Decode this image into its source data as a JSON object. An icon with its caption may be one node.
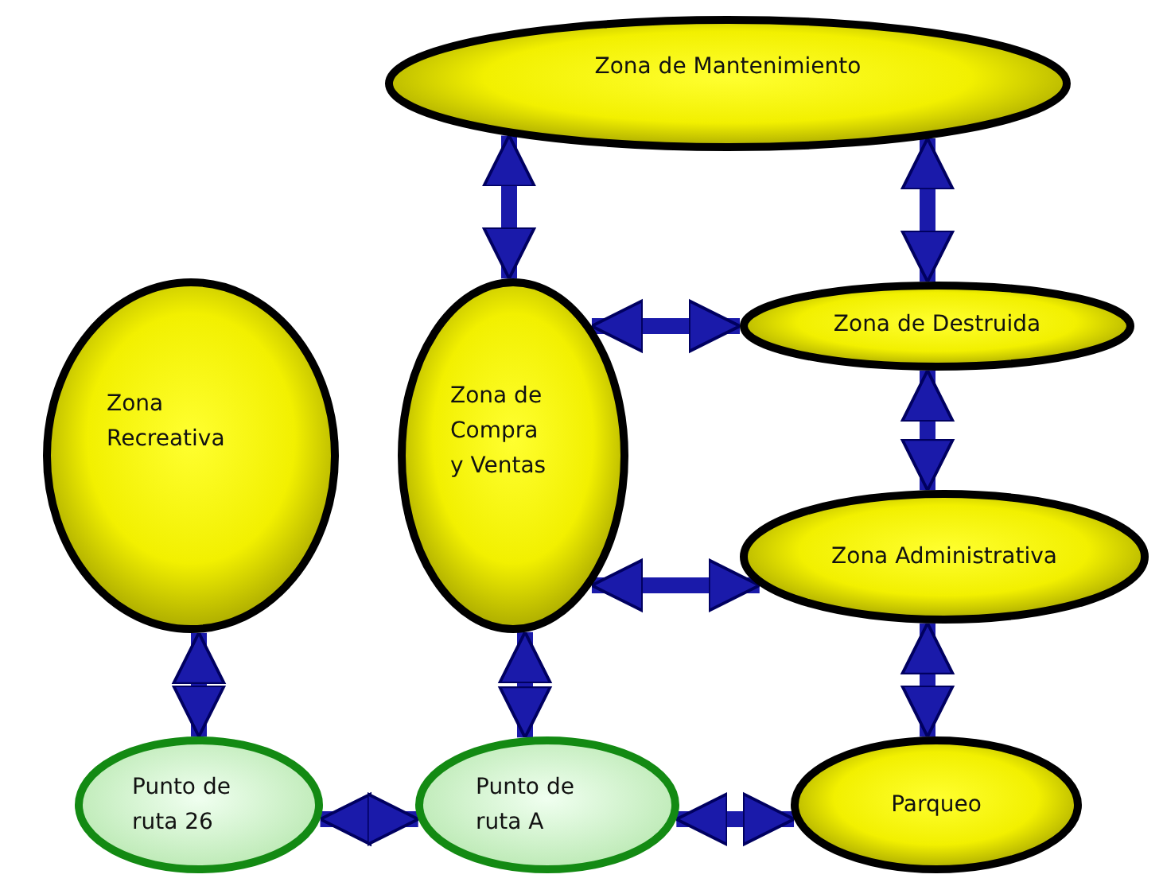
{
  "diagram": {
    "nodes": [
      {
        "text": [
          "Zona de Mantenimiento"
        ]
      },
      {
        "text": [
          "Zona Recreativa"
        ]
      },
      {
        "text": [
          "Zona de Compra y Ventas"
        ]
      },
      {
        "text": [
          "Zona de Destruida"
        ]
      },
      {
        "text": [
          "Zona Administrativa"
        ]
      },
      {
        "text": [
          "Punto de ruta 26"
        ]
      },
      {
        "text": [
          "Punto de ruta A"
        ]
      },
      {
        "text": [
          "Parqueo"
        ]
      }
    ],
    "edges": [
      {
        "from": 0,
        "to": 2,
        "arrow": "both"
      },
      {
        "from": 0,
        "to": 3,
        "arrow": "both"
      },
      {
        "from": 2,
        "to": 3,
        "arrow": "both"
      },
      {
        "from": 3,
        "to": 4,
        "arrow": "both"
      },
      {
        "from": 2,
        "to": 4,
        "arrow": "both"
      },
      {
        "from": 1,
        "to": 5,
        "arrow": "both"
      },
      {
        "from": 2,
        "to": 6,
        "arrow": "both"
      },
      {
        "from": 4,
        "to": 7,
        "arrow": "both"
      },
      {
        "from": 5,
        "to": 6,
        "arrow": "both"
      },
      {
        "from": 6,
        "to": 7,
        "arrow": "both"
      }
    ]
  }
}
